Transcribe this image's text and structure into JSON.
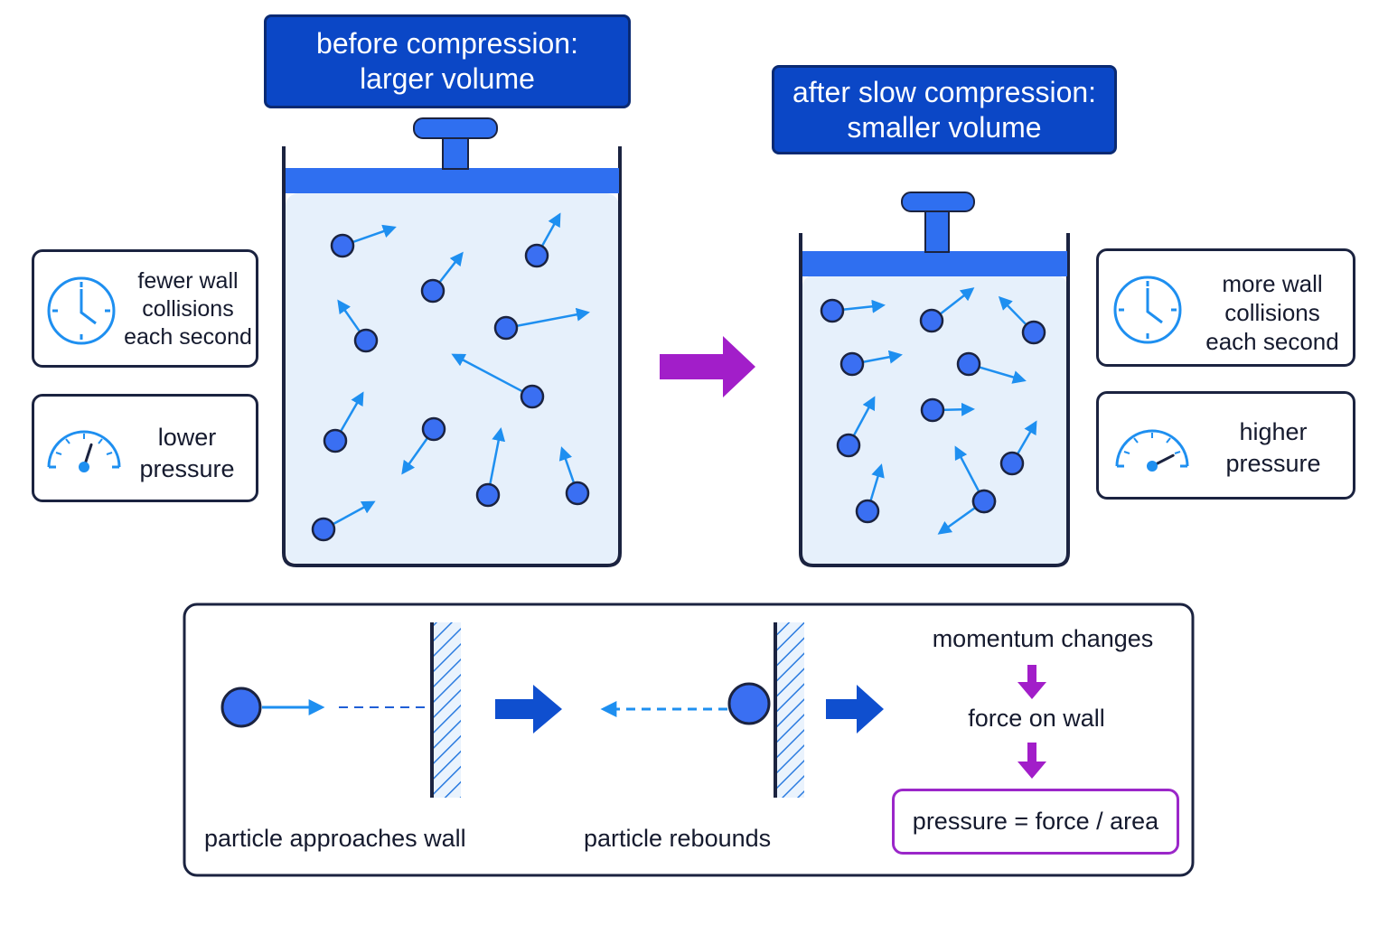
{
  "before": {
    "title_line1": "before compression:",
    "title_line2": "larger volume",
    "collisions_line1": "fewer wall",
    "collisions_line2": "collisions",
    "collisions_line3": "each second",
    "pressure_line1": "lower",
    "pressure_line2": "pressure",
    "gauge_level": 0.6
  },
  "after": {
    "title_line1": "after slow compression:",
    "title_line2": "smaller volume",
    "collisions_line1": "more wall",
    "collisions_line2": "collisions",
    "collisions_line3": "each second",
    "pressure_line1": "higher",
    "pressure_line2": "pressure",
    "gauge_level": 0.85
  },
  "mechanism": {
    "approach_label": "particle approaches wall",
    "rebound_label": "particle rebounds",
    "chain": [
      "momentum changes",
      "force on wall"
    ],
    "result": "pressure = force / area"
  },
  "icons": {
    "collision": "clock-icon",
    "pressure": "gauge-icon",
    "transition": "right-arrow-icon",
    "step": "down-arrow-icon"
  },
  "colors": {
    "title_bg": "#0b47c6",
    "piston": "#2f6ff0",
    "particle": "#3a6ff2",
    "velocity": "#1e8ff0",
    "container_fill": "#e6f0fb",
    "outline": "#1b2340",
    "transition_arrow": "#a21ec9",
    "process_arrow": "#0f4fcf",
    "result_border": "#9b27c9"
  }
}
